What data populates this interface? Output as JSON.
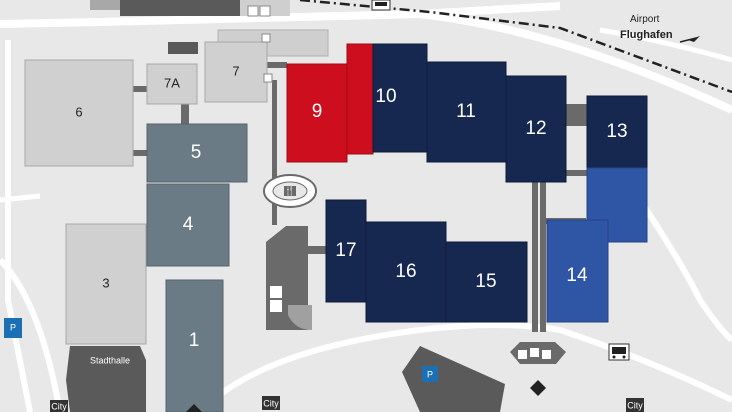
{
  "colors": {
    "background": "#e8e8e8",
    "road": "#ffffff",
    "hall_light": "#d0d0d0",
    "hall_mid": "#6b7b86",
    "hall_dark_navy": "#16284f",
    "hall_blue": "#2f55a5",
    "hall_red": "#cc0e1e",
    "connector": "#6a6a6a",
    "parking": "#1b6fb4"
  },
  "halls": {
    "h1": "1",
    "h3": "3",
    "h4": "4",
    "h5": "5",
    "h6": "6",
    "h7": "7",
    "h7a": "7A",
    "h9": "9",
    "h10": "10",
    "h11": "11",
    "h12": "12",
    "h13": "13",
    "h14": "14",
    "h15": "15",
    "h16": "16",
    "h17": "17"
  },
  "labels": {
    "stadthalle": "Stadthalle",
    "airport": "Airport",
    "flughafen": "Flughafen",
    "parking_p": "P",
    "city": "City"
  },
  "icons": [
    "info-icon",
    "restaurant-icon",
    "restroom-icon",
    "parking-icon",
    "bus-icon",
    "escalator-icon",
    "arrow-right-icon"
  ]
}
